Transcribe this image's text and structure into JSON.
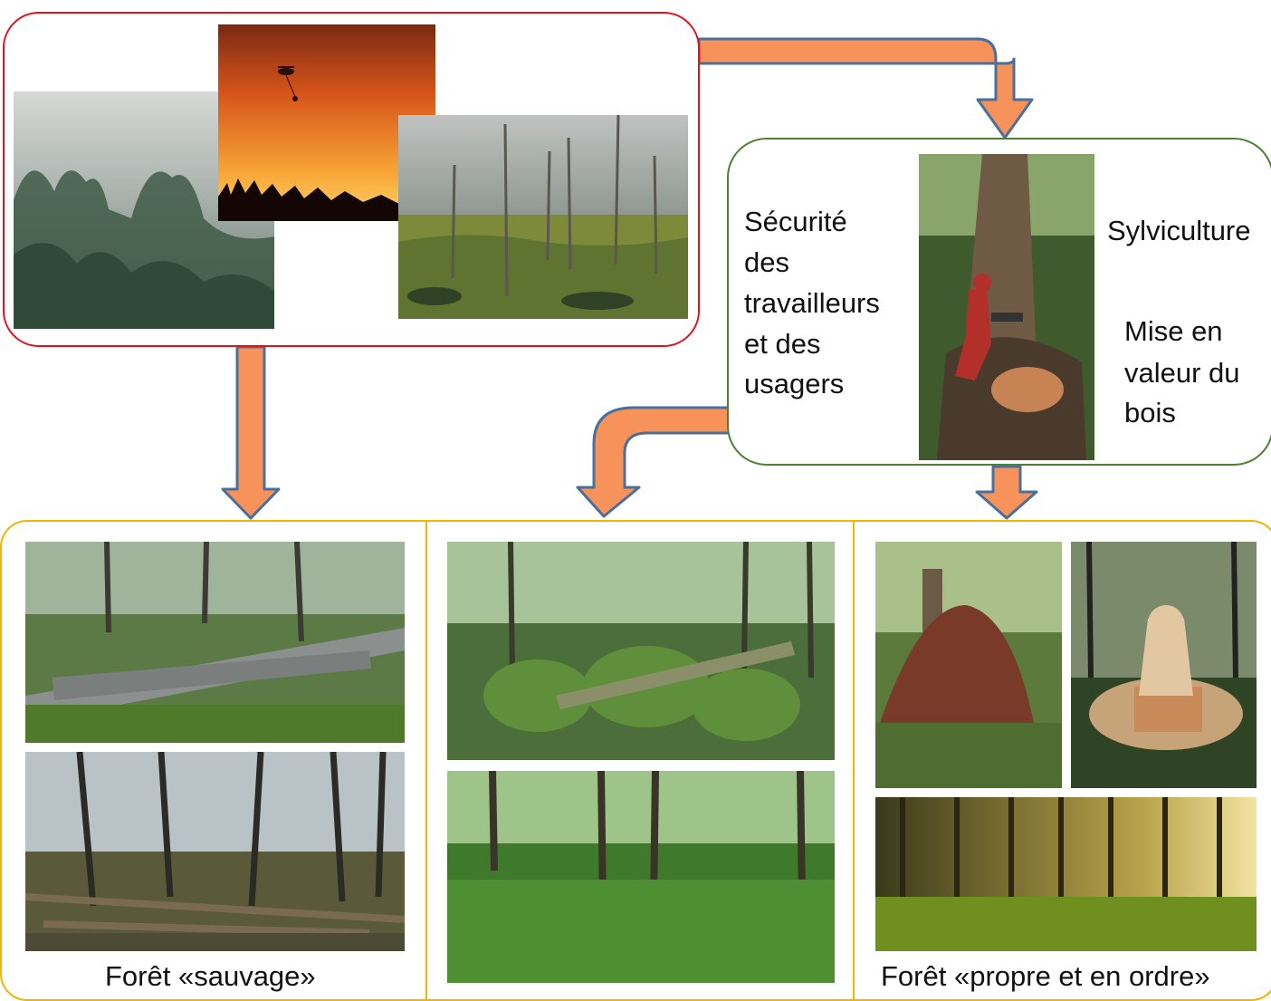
{
  "colors": {
    "disturbance_border": "#e0121c",
    "management_border": "#4e7f33",
    "outcome_border": "#f2b500",
    "arrow_fill": "#f7925a",
    "arrow_stroke": "#4a6f9a"
  },
  "disturbances": {
    "photos": [
      "storm-forest-photo",
      "forest-fire-photo",
      "dead-forest-photo"
    ]
  },
  "management": {
    "left_text": [
      "Sécurité",
      "des",
      "travailleurs",
      "et des",
      "usagers"
    ],
    "right_title": "Sylviculture",
    "right_text": [
      "Mise en",
      "valeur du",
      "bois"
    ],
    "photo": "chainsaw-worker-photo"
  },
  "outcomes": {
    "wild_label": "Forêt «sauvage»",
    "middle_label": "",
    "tidy_label": "Forêt «propre et en ordre»"
  }
}
